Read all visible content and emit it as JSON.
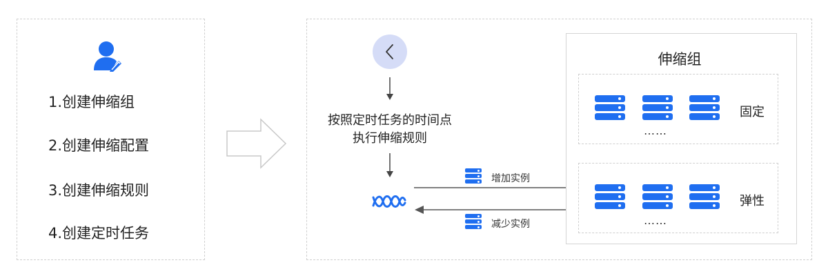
{
  "steps": [
    "1.创建伸缩组",
    "2.创建伸缩配置",
    "3.创建伸缩规则",
    "4.创建定时任务"
  ],
  "flow": {
    "line1": "按照定时任务的时间点",
    "line2": "执行伸缩规则"
  },
  "arrows": {
    "increase": "增加实例",
    "decrease": "减少实例"
  },
  "group": {
    "title": "伸缩组",
    "fixed_label": "固定",
    "elastic_label": "弹性",
    "ellipsis": "……"
  },
  "colors": {
    "accent": "#1f6ef0",
    "clock_bg": "#d5dcf7",
    "border": "#cfcfcf"
  },
  "icons": [
    "user-edit-icon",
    "big-right-arrow-icon",
    "clock-back-icon",
    "scaling-wave-icon",
    "server-icon"
  ]
}
